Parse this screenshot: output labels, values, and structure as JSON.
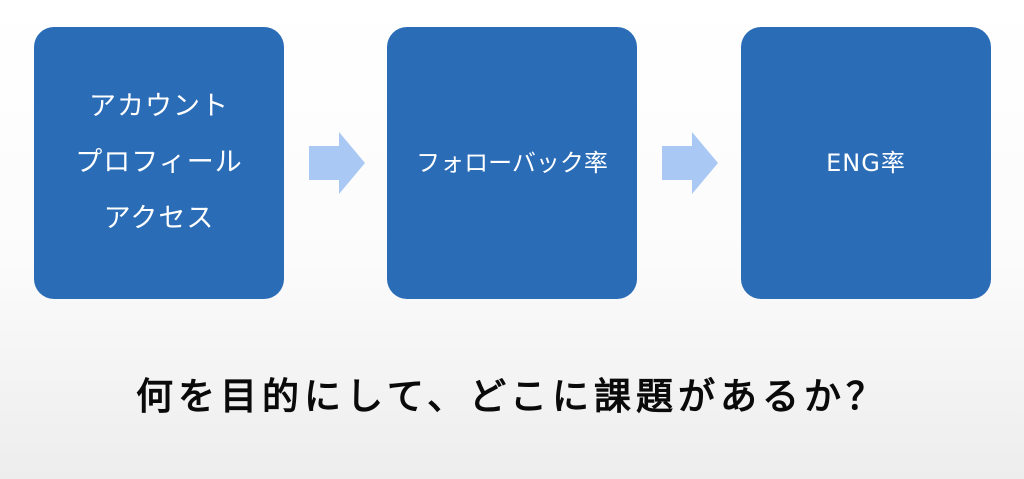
{
  "diagram": {
    "steps": [
      {
        "lines": [
          "アカウント",
          "プロフィール",
          "アクセス"
        ]
      },
      {
        "lines": [
          "フォローバック率"
        ]
      },
      {
        "lines": [
          "ENG率"
        ]
      }
    ],
    "caption": "何を目的にして、どこに課題があるか？"
  },
  "colors": {
    "box_fill": "#2b6cb7",
    "box_text": "#ffffff",
    "arrow_fill": "#a9c9f4",
    "caption_text": "#0a0a0a"
  }
}
